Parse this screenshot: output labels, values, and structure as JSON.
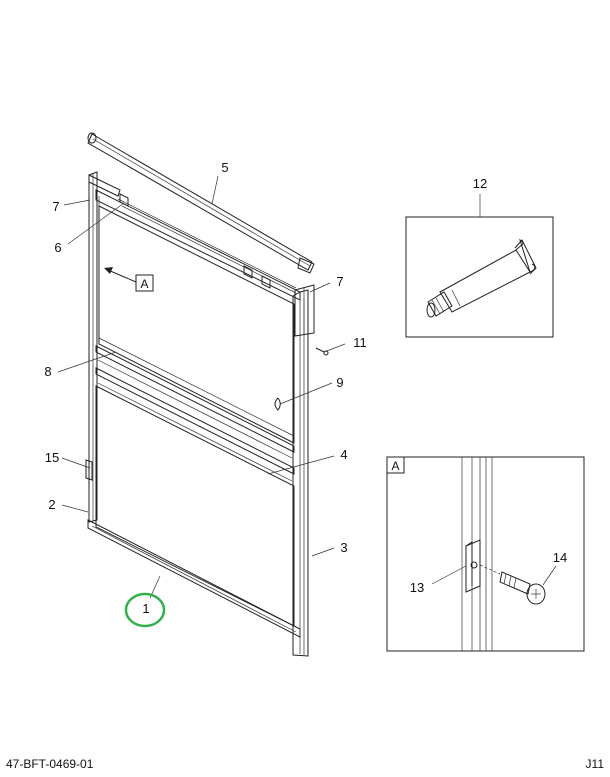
{
  "callouts": {
    "c1": "1",
    "c2": "2",
    "c3": "3",
    "c4": "4",
    "c5": "5",
    "c6": "6",
    "c7_left": "7",
    "c7_right": "7",
    "c8": "8",
    "c9": "9",
    "c11": "11",
    "c12": "12",
    "c13": "13",
    "c14": "14",
    "c15": "15"
  },
  "view_reference": "A",
  "detail_view": {
    "label": "A"
  },
  "footer": {
    "drawing_number": "47-BFT-0469-01",
    "sheet": "J11"
  },
  "colors": {
    "highlight_circle": "#2fb24a",
    "line": "#222222",
    "panel": "#ffffff"
  }
}
